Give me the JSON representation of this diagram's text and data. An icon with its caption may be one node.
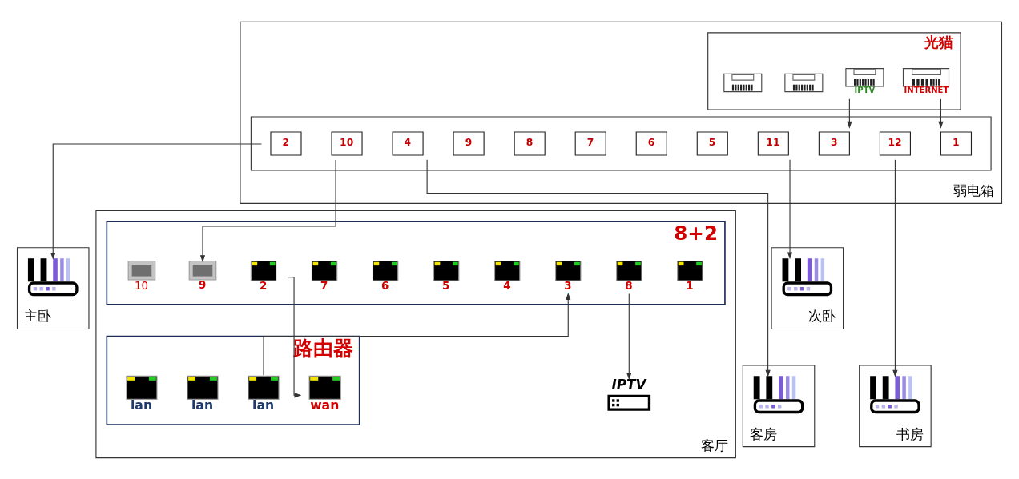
{
  "diagram": {
    "nodes": [
      {
        "text": [
          "弱电箱"
        ]
      },
      {
        "text": [
          "光猫"
        ],
        "in": 0
      },
      {
        "text": [
          "INTERNET"
        ],
        "in": 1
      },
      {
        "text": [
          "IPTV"
        ],
        "in": 1
      },
      {
        "text": [],
        "shape": "picture",
        "in": 1
      },
      {
        "text": [],
        "shape": "picture",
        "in": 1
      },
      {
        "text": [],
        "shape": "box",
        "in": 0
      },
      {
        "text": [
          "1"
        ],
        "in": 6
      },
      {
        "text": [
          "3"
        ],
        "in": 6
      },
      {
        "text": [
          "5"
        ],
        "in": 6
      },
      {
        "text": [
          "7"
        ],
        "in": 6
      },
      {
        "text": [
          "9"
        ],
        "in": 6
      },
      {
        "text": [
          "11"
        ],
        "in": 6
      },
      {
        "text": [
          "2"
        ],
        "in": 6
      },
      {
        "text": [
          "4"
        ],
        "in": 6
      },
      {
        "text": [
          "6"
        ],
        "in": 6
      },
      {
        "text": [
          "8"
        ],
        "in": 6
      },
      {
        "text": [
          "10"
        ],
        "in": 6
      },
      {
        "text": [
          "12"
        ],
        "in": 6
      },
      {
        "text": [
          "主卧"
        ]
      },
      {
        "text": [],
        "shape": "picture",
        "in": 19
      },
      {
        "text": [
          "次卧"
        ]
      },
      {
        "text": [],
        "shape": "picture",
        "in": 21
      },
      {
        "text": [
          "书房"
        ]
      },
      {
        "text": [],
        "shape": "picture",
        "in": 23
      },
      {
        "text": [
          "客房"
        ]
      },
      {
        "text": [],
        "shape": "picture",
        "in": 25
      },
      {
        "text": [
          "客厅"
        ]
      },
      {
        "text": [
          "8+2"
        ],
        "in": 27
      },
      {
        "text": [
          "1"
        ],
        "in": 28
      },
      {
        "text": [
          "2"
        ],
        "in": 28
      },
      {
        "text": [
          "3"
        ],
        "in": 28
      },
      {
        "text": [
          "4"
        ],
        "in": 28
      },
      {
        "text": [
          "5"
        ],
        "in": 28
      },
      {
        "text": [
          "6"
        ],
        "in": 28
      },
      {
        "text": [
          "7"
        ],
        "in": 28
      },
      {
        "text": [
          "8"
        ],
        "in": 28
      },
      {
        "text": [
          "9"
        ],
        "in": 28
      },
      {
        "text": [
          "10"
        ],
        "in": 28
      },
      {
        "text": [
          "路由器"
        ],
        "in": 27
      },
      {
        "text": [
          "wan"
        ],
        "in": 39
      },
      {
        "text": [
          "lan"
        ],
        "in": 39
      },
      {
        "text": [
          "lan"
        ],
        "in": 39
      },
      {
        "text": [
          "lan"
        ],
        "in": 39
      },
      {
        "text": [
          "IPTV"
        ],
        "in": 27
      }
    ],
    "edges": [
      {
        "from": 2,
        "to": 7,
        "arrow": "to"
      },
      {
        "from": 3,
        "to": 8,
        "arrow": "to"
      },
      {
        "from": 13,
        "to": 20,
        "arrow": "to"
      },
      {
        "from": 12,
        "to": 22,
        "arrow": "to"
      },
      {
        "from": 18,
        "to": 24,
        "arrow": "to"
      },
      {
        "from": 14,
        "to": 26,
        "arrow": "to"
      },
      {
        "from": 17,
        "to": 37,
        "arrow": "to"
      },
      {
        "from": 30,
        "to": 40,
        "arrow": "to"
      },
      {
        "from": 41,
        "to": 31,
        "arrow": "to"
      },
      {
        "from": 36,
        "to": 44,
        "arrow": "to"
      }
    ]
  }
}
